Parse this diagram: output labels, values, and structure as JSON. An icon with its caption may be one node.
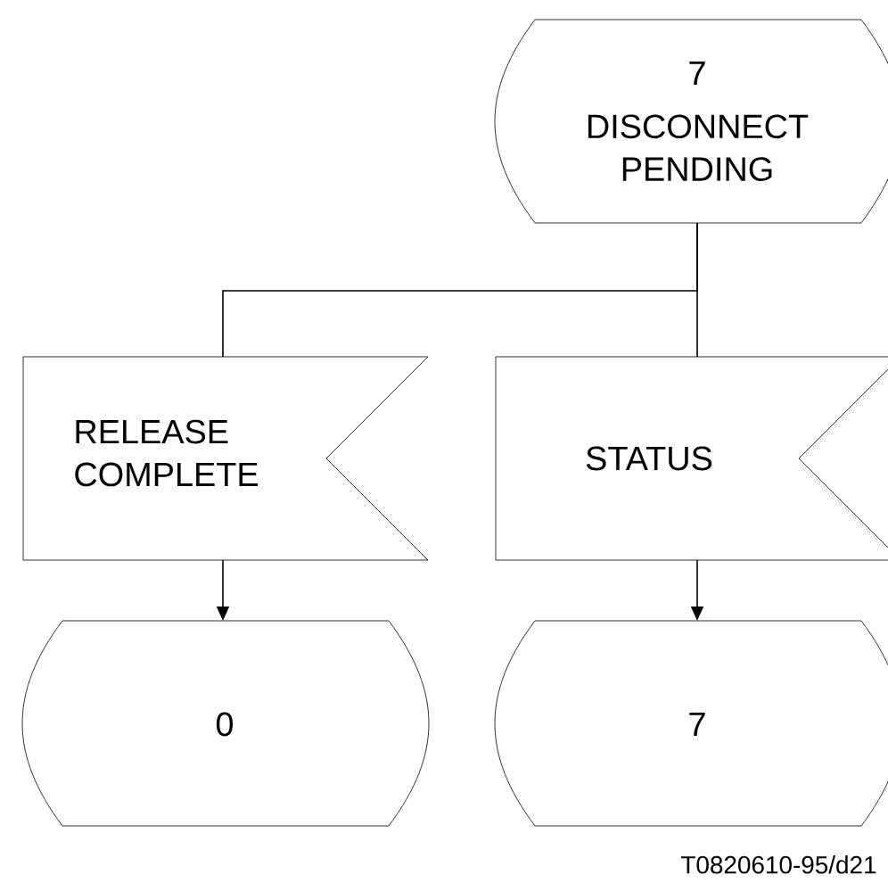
{
  "diagram": {
    "nodes": [
      {
        "text": [
          "7",
          "DISCONNECT PENDING"
        ]
      },
      {
        "text": [
          "RELEASE COMPLETE"
        ]
      },
      {
        "text": [
          "STATUS"
        ]
      },
      {
        "text": [
          "0"
        ]
      },
      {
        "text": [
          "7"
        ]
      }
    ],
    "edges": [
      {
        "from": 0,
        "to": 1,
        "arrow": "none"
      },
      {
        "from": 0,
        "to": 2,
        "arrow": "none"
      },
      {
        "from": 1,
        "to": 3,
        "arrow": "to"
      },
      {
        "from": 2,
        "to": 4,
        "arrow": "to"
      }
    ],
    "labels": [
      "T0820610-95/d21"
    ]
  }
}
